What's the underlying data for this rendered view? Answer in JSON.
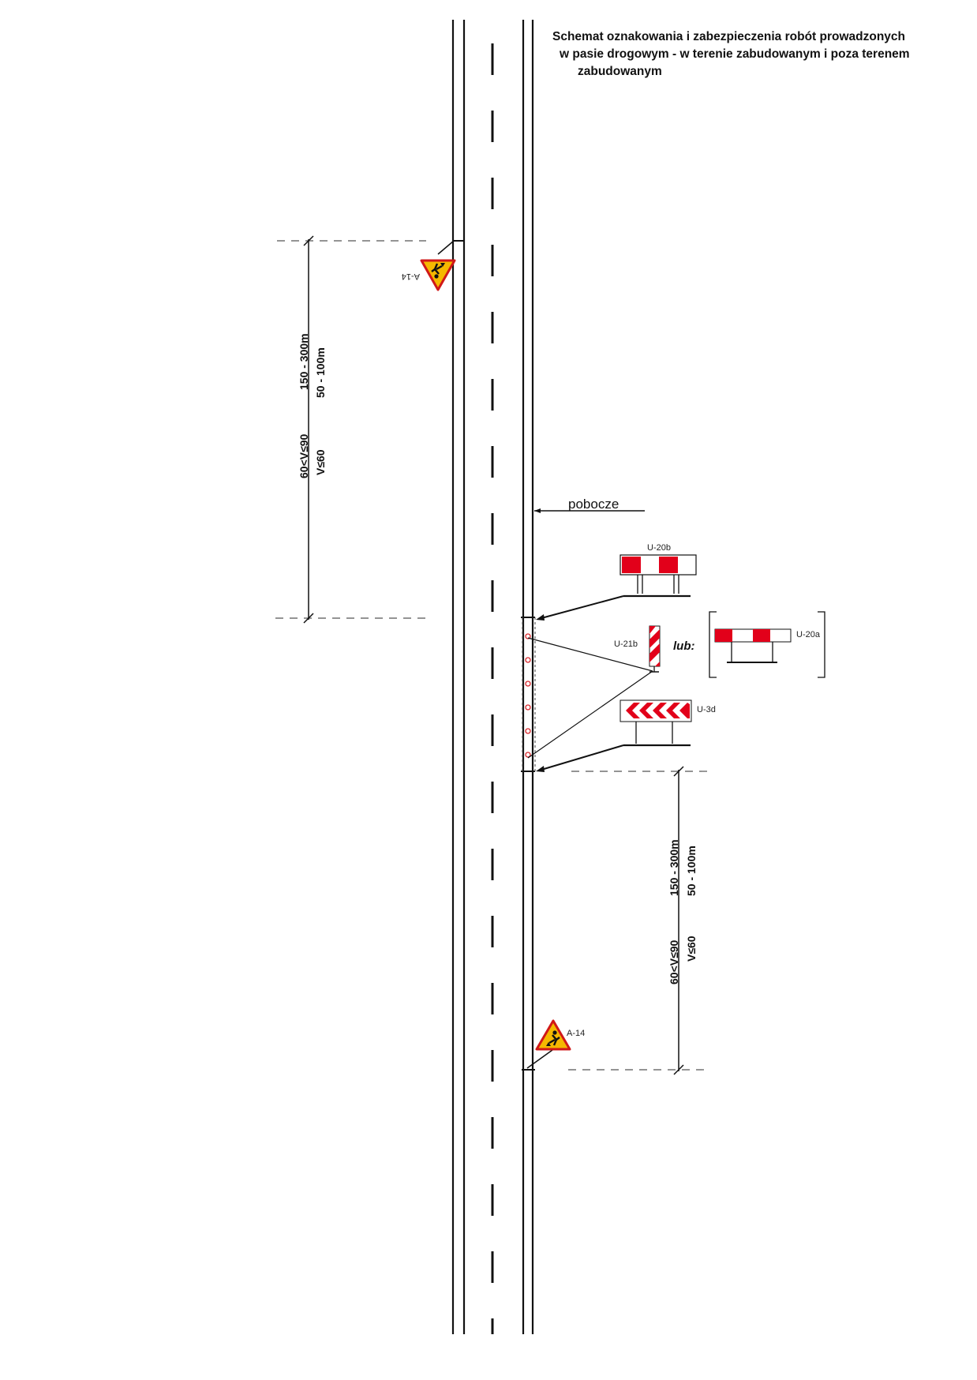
{
  "title": {
    "line1": "Schemat oznakowania i zabezpieczenia robót prowadzonych",
    "line2": "w pasie drogowym - w terenie zabudowanym i poza terenem",
    "line3": "zabudowanym"
  },
  "labels": {
    "shoulder": "pobocze",
    "or": "lub:"
  },
  "signs": {
    "a14_top": "A-14",
    "a14_bottom": "A-14",
    "u20b": "U-20b",
    "u20a": "U-20a",
    "u21b": "U-21b",
    "u3d": "U-3d"
  },
  "dimensions": {
    "top": {
      "outside_range": "150 - 300m",
      "outside_speed": "60<V≤90",
      "inside_range": "50 - 100m",
      "inside_speed": "V≤60"
    },
    "bottom": {
      "outside_range": "150 - 300m",
      "outside_speed": "60<V≤90",
      "inside_range": "50 - 100m",
      "inside_speed": "V≤60"
    }
  },
  "colors": {
    "sign_red": "#e2001a",
    "warning_yellow": "#f5b800",
    "cone_red": "#d9262b"
  }
}
